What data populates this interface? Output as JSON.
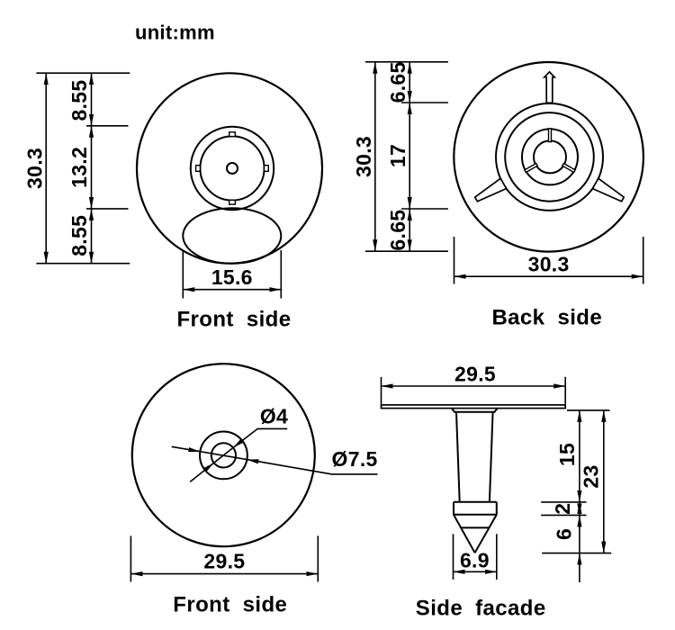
{
  "drawing_title": "unit:mm",
  "colors": {
    "line": "#000000",
    "background": "#ffffff"
  },
  "views": {
    "front_top": {
      "caption": "Front side",
      "dim_total_height": "30.3",
      "dim_upper_gap": "8.55",
      "dim_ring_diameter": "13.2",
      "dim_lower_gap": "8.55",
      "dim_ellipse_width": "15.6"
    },
    "back": {
      "caption": "Back side",
      "dim_total_height": "30.3",
      "dim_upper_gap": "6.65",
      "dim_ring_diameter": "17",
      "dim_lower_gap": "6.65",
      "dim_total_width": "30.3"
    },
    "front_bottom": {
      "caption": "Front side",
      "dim_hole_diameter": "Ø4",
      "dim_boss_diameter": "Ø7.5",
      "dim_disc_diameter": "29.5"
    },
    "side_facade": {
      "caption": "Side facade",
      "dim_flange_width": "29.5",
      "dim_stem_height": "15",
      "dim_total_height": "23",
      "dim_collar_height": "2",
      "dim_point_height": "6",
      "dim_point_width": "6.9"
    }
  }
}
